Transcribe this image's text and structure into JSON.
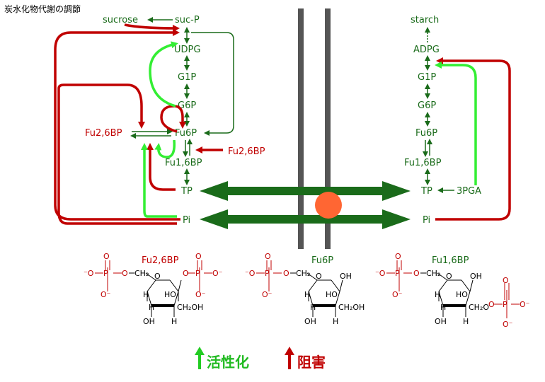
{
  "title": "炭水化物代謝の調節",
  "cytosol": {
    "sucrose": "sucrose",
    "sucP": "suc-P",
    "udpg": "UDPG",
    "g1p": "G1P",
    "g6p": "G6P",
    "fu6p": "Fu6P",
    "fu16bp": "Fu1,6BP",
    "tp": "TP",
    "pi": "Pi",
    "fu26bp_left": "Fu2,6BP",
    "fu26bp_right": "Fu2,6BP"
  },
  "chloroplast": {
    "starch": "starch",
    "adpg": "ADPG",
    "g1p": "G1P",
    "g6p": "G6P",
    "fu6p": "Fu6P",
    "fu16bp": "Fu1,6BP",
    "tp": "TP",
    "pga": "3PGA",
    "pi": "Pi"
  },
  "structures": {
    "fu26bp": "Fu2,6BP",
    "fu6p": "Fu6P",
    "fu16bp": "Fu1,6BP"
  },
  "legend": {
    "activate": "活性化",
    "inhibit": "阻害"
  },
  "colors": {
    "pathway": "#1a6b1a",
    "activation": "#33ee33",
    "inhibition": "#c00000",
    "membrane": "#555555",
    "transporter": "#ff6633"
  }
}
